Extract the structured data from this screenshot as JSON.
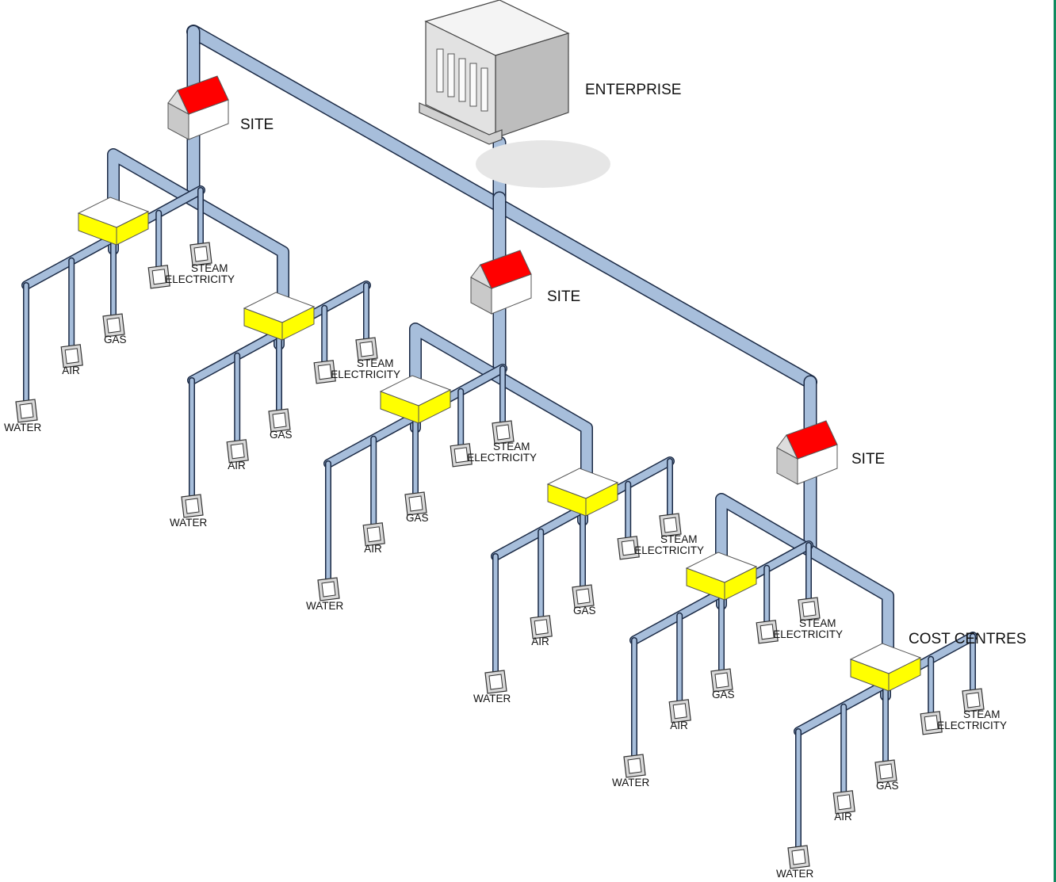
{
  "labels": {
    "enterprise": "ENTERPRISE",
    "site": "SITE",
    "cost_centres": "COST CENTRES",
    "meters": [
      "WATER",
      "AIR",
      "GAS",
      "ELECTRICITY",
      "STEAM"
    ]
  },
  "colors": {
    "pipe": "#a7bedb",
    "pipe_outline": "#1b2a45",
    "roof": "#ff0000",
    "cost_centre": "#ffff00",
    "edge_strip": "#0f8a5f"
  },
  "icons": {
    "enterprise": "office-building-icon",
    "site": "house-icon",
    "cost_centre": "cost-centre-box-icon",
    "meter": "meter-device-icon"
  }
}
